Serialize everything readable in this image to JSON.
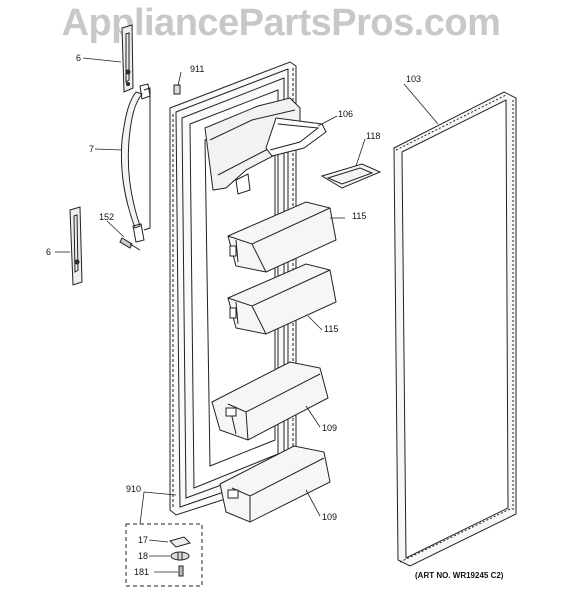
{
  "watermark": "AppliancePartsPros.com",
  "art_number": "(ART NO. WR19245 C2)",
  "callouts": {
    "handle_top": "6",
    "handle": "7",
    "handle_bottom": "6",
    "screw_152": "152",
    "plug_911": "911",
    "gasket_103": "103",
    "shelf_106": "106",
    "lid_118": "118",
    "bin_115_top": "115",
    "bin_115_bottom": "115",
    "bin_109_top": "109",
    "bin_109_bottom": "109",
    "hinge_kit_910": "910",
    "part_17": "17",
    "part_18": "18",
    "part_181": "181"
  }
}
